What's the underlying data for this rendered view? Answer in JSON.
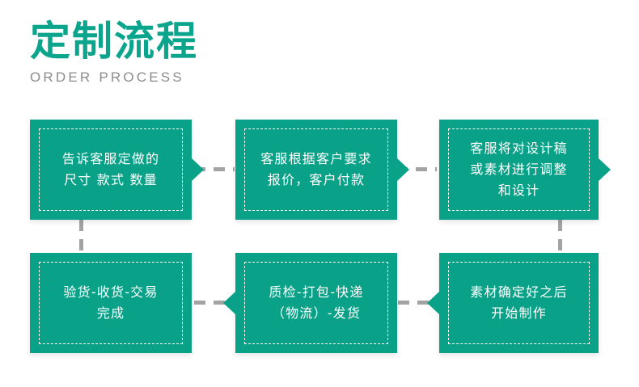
{
  "header": {
    "title": "定制流程",
    "subtitle": "ORDER PROCESS",
    "title_color": "#0aa58c",
    "subtitle_color": "#8c8c8c"
  },
  "theme": {
    "box_fill": "#09a288",
    "box_text_color": "#ffffff",
    "inner_border_color": "#ffffff",
    "connector_color": "#a3a3a3",
    "background": "#ffffff"
  },
  "flow": {
    "steps": [
      {
        "id": "step-1",
        "order": 1,
        "text": "告诉客服定做的\n尺寸 款式 数量",
        "row": "top",
        "column": 1,
        "arrow": "right"
      },
      {
        "id": "step-2",
        "order": 2,
        "text": "客服根据客户要求\n报价，客户付款",
        "row": "top",
        "column": 2,
        "arrow": "right"
      },
      {
        "id": "step-3",
        "order": 3,
        "text": "客服将对设计稿\n或素材进行调整\n和设计",
        "row": "top",
        "column": 3,
        "arrow": "right"
      },
      {
        "id": "step-4",
        "order": 4,
        "text": "素材确定好之后\n开始制作",
        "row": "bottom",
        "column": 3,
        "arrow": "left"
      },
      {
        "id": "step-5",
        "order": 5,
        "text": "质检-打包-快递\n（物流）-发货",
        "row": "bottom",
        "column": 2,
        "arrow": "left"
      },
      {
        "id": "step-6",
        "order": 6,
        "text": "验货-收货-交易\n完成",
        "row": "bottom",
        "column": 1,
        "arrow": "none"
      }
    ],
    "connectors": [
      {
        "id": "conn-1-2",
        "type": "horizontal",
        "from": "step-1",
        "to": "step-2"
      },
      {
        "id": "conn-2-3",
        "type": "horizontal",
        "from": "step-2",
        "to": "step-3"
      },
      {
        "id": "conn-3-4",
        "type": "vertical",
        "from": "step-3",
        "to": "step-4"
      },
      {
        "id": "conn-4-5",
        "type": "horizontal",
        "from": "step-4",
        "to": "step-5"
      },
      {
        "id": "conn-5-6",
        "type": "horizontal",
        "from": "step-5",
        "to": "step-6"
      },
      {
        "id": "conn-6-top",
        "type": "vertical",
        "from": "step-1",
        "to": "step-6"
      }
    ]
  }
}
